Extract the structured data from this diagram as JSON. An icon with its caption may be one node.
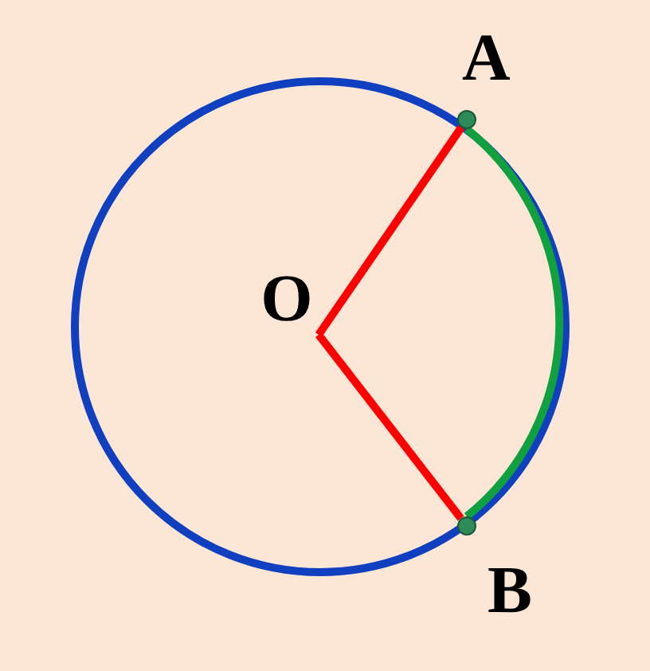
{
  "diagram": {
    "nodes": [
      {
        "text": [
          "O"
        ]
      },
      {
        "text": [],
        "shape": "circle",
        "beside": [
          "A"
        ]
      },
      {
        "text": [],
        "shape": "circle",
        "beside": [
          "B"
        ]
      }
    ],
    "edges": [
      {
        "from": 0,
        "to": 1,
        "arrow": "none",
        "color": "#ff0000"
      },
      {
        "from": 0,
        "to": 2,
        "arrow": "none",
        "color": "#ff0000"
      },
      {
        "from": 1,
        "to": 2,
        "arrow": "none",
        "color": "#10a040"
      }
    ]
  }
}
